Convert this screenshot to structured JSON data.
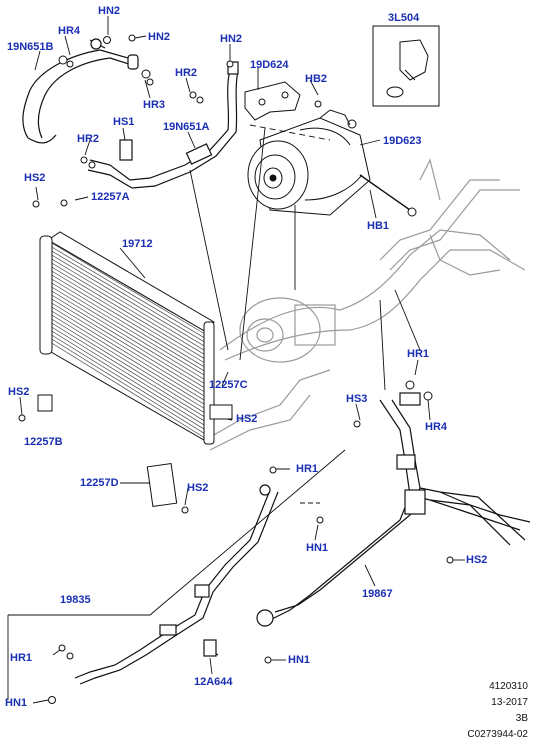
{
  "colors": {
    "label": "#1a2fb4",
    "line": "#111111",
    "ghost": "#9a9a9a"
  },
  "labels": {
    "hn2_top": "HN2",
    "hr4_top": "HR4",
    "hn2_b": "HN2",
    "hn2_c": "HN2",
    "p_19n651b": "19N651B",
    "hr2_a": "HR2",
    "hr3": "HR3",
    "l504": "3L504",
    "d624": "19D624",
    "hb2": "HB2",
    "hs1": "HS1",
    "hr2_b": "HR2",
    "p_19n651a": "19N651A",
    "d623": "19D623",
    "hs2_a": "HS2",
    "p_12257a": "12257A",
    "hb1": "HB1",
    "p_19712": "19712",
    "hr1_a": "HR1",
    "p_12257c": "12257C",
    "hs3": "HS3",
    "hr4_b": "HR4",
    "hs2_b": "HS2",
    "hs2_c": "HS2",
    "p_12257b": "12257B",
    "p_12257d": "12257D",
    "hs2_d": "HS2",
    "hr1_b": "HR1",
    "hn1_a": "HN1",
    "p_19867": "19867",
    "hs2_e": "HS2",
    "p_19835": "19835",
    "hr1_c": "HR1",
    "hn1_b": "HN1",
    "p_12a644": "12A644",
    "hn1_c": "HN1"
  },
  "footer": {
    "line1": "4120310",
    "line2": "13-2017",
    "line3": "3B",
    "line4": "C0273944-02"
  }
}
